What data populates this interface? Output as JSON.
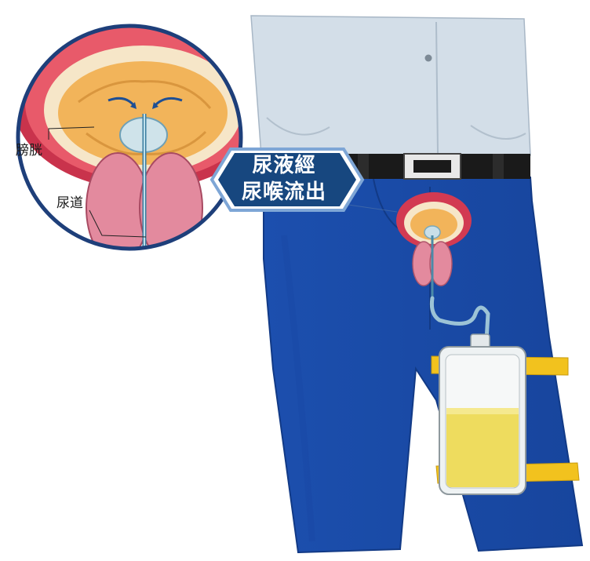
{
  "labels": {
    "bladder": "膀胱",
    "urethra": "尿道"
  },
  "callout": {
    "line1": "尿液經",
    "line2": "尿喉流出"
  },
  "colors": {
    "pants": "#1b4fb0",
    "shirt": "#d3dee8",
    "belt": "#1a1a1a",
    "badge": "#17477f",
    "circle_border": "#1e3f7a",
    "bladder_wall": "#d23a52",
    "bladder_inner": "#f2b45a",
    "prostate": "#e38a9e",
    "urine": "#eedc5e",
    "strap": "#f2c21e"
  }
}
